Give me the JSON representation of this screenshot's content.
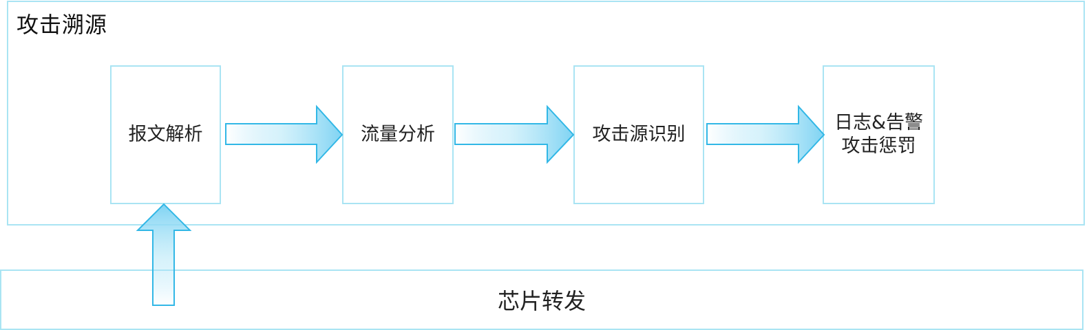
{
  "diagram": {
    "title": "攻击溯源",
    "steps": [
      {
        "label": "报文解析"
      },
      {
        "label": "流量分析"
      },
      {
        "label": "攻击源识别"
      },
      {
        "label": "日志&告警\n攻击惩罚"
      }
    ],
    "bottom_label": "芯片转发"
  },
  "colors": {
    "border": "#a9e4f3",
    "arrow_stroke": "#31b7e6",
    "arrow_fill": "#8fd9f5"
  }
}
